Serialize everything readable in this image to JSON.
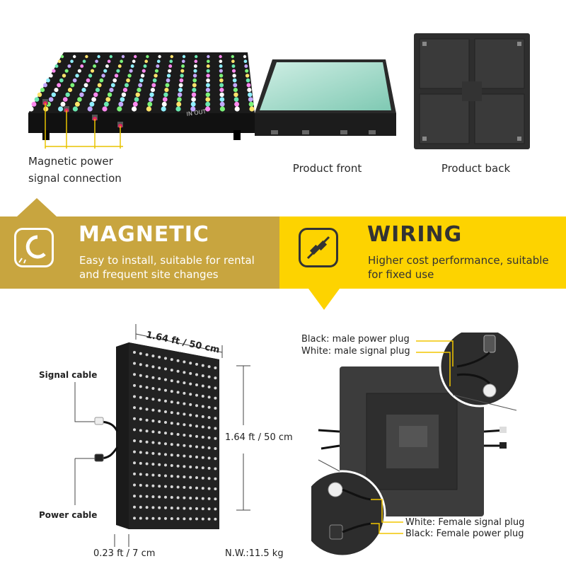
{
  "top": {
    "tile_caption_line1": "Magnetic power",
    "tile_caption_line2": "signal connection",
    "front_caption": "Product front",
    "back_caption": "Product back",
    "in_out_mark": "IN  OUT"
  },
  "band": {
    "magnetic": {
      "title": "MAGNETIC",
      "line1": "Easy to install,   suitable for rental",
      "line2": "and frequent site changes",
      "color": "#c8a53f",
      "icon": "magnet-icon"
    },
    "wiring": {
      "title": "WIRING",
      "line1": "Higher cost performance, suitable",
      "line2": "for fixed use",
      "color": "#fdd300",
      "icon": "connector-plug-icon"
    }
  },
  "dimensions": {
    "width_label": "1.64 ft / 50 cm",
    "height_label": "1.64 ft / 50 cm",
    "depth_label": "0.23 ft / 7 cm",
    "weight_label": "N.W.:11.5 kg",
    "signal_cable": "Signal cable",
    "power_cable": "Power cable"
  },
  "wiring_detail": {
    "male_power": "Black: male power plug",
    "male_signal": "White: male signal plug",
    "female_signal": "White: Female signal plug",
    "female_power": "Black: Female power plug",
    "callout_line_color": "#f2c500"
  }
}
